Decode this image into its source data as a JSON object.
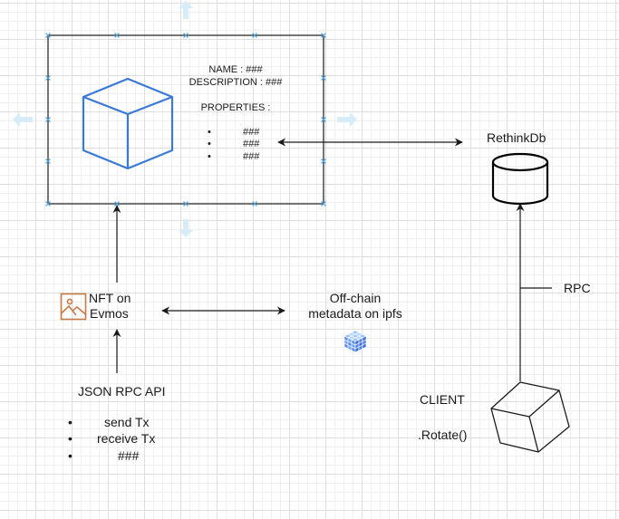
{
  "canvas": {
    "grid": true,
    "colors": {
      "line": "#1a1a1a",
      "selection_handle": "#4aa3df",
      "hover_arrow": "#d6ecf8",
      "nft_cube": "#3a7ad5",
      "image_icon": "#c87a45",
      "ipfs_icon": "#4f78e0"
    }
  },
  "nft_card": {
    "selected": true,
    "icon": "cube-icon",
    "name_line": "NAME : ###",
    "description_line": "DESCRIPTION : ###",
    "properties_label": "PROPERTIES :",
    "properties": [
      "###",
      "###",
      "###"
    ]
  },
  "rethinkdb": {
    "label": "RethinkDb",
    "icon": "database-cylinder-icon"
  },
  "nft_on_evmos": {
    "label_line1": "NFT on",
    "label_line2": "Evmos",
    "icon": "image-icon"
  },
  "ipfs": {
    "label_line1": "Off-chain",
    "label_line2": "metadata on ipfs",
    "icon": "ipfs-cube-icon"
  },
  "json_rpc": {
    "title": "JSON RPC API",
    "items": [
      "send Tx",
      "receive Tx",
      "###"
    ]
  },
  "client": {
    "title": "CLIENT",
    "method": ".Rotate()",
    "icon": "rotated-cube-icon"
  },
  "rpc_connector": {
    "label": "RPC"
  }
}
